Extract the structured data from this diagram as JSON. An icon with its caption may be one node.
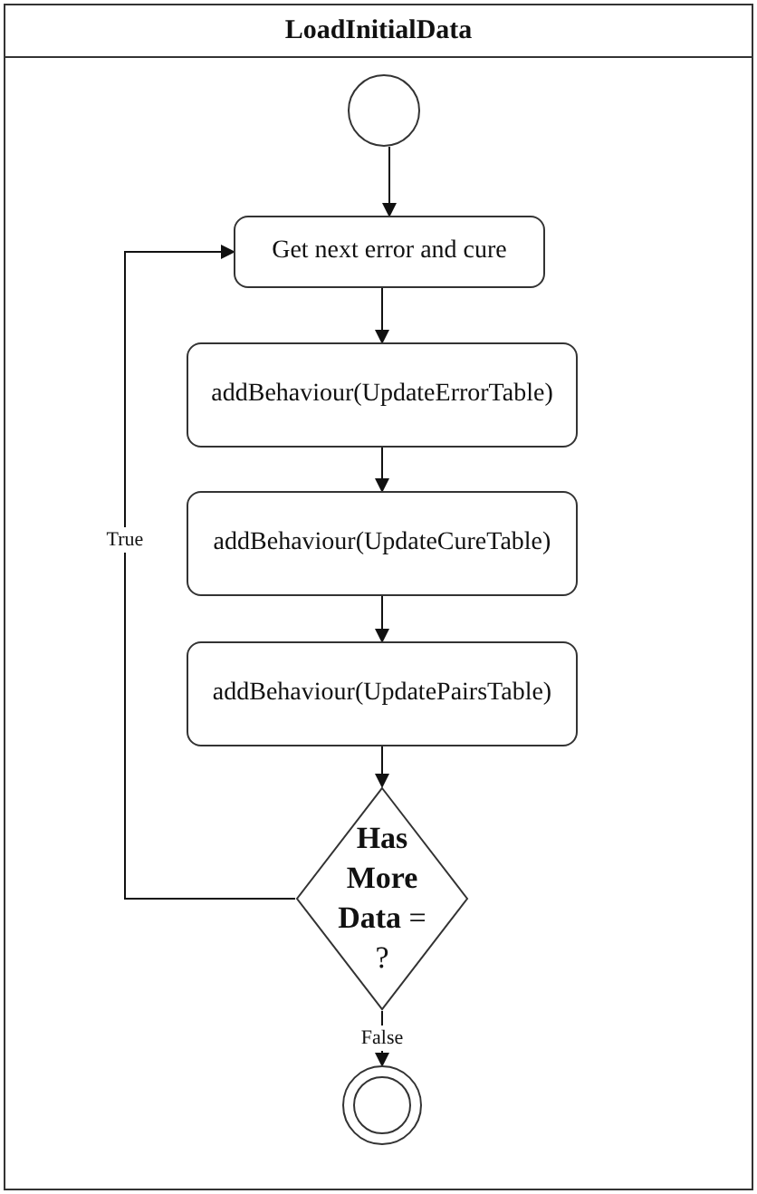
{
  "diagram": {
    "title": "LoadInitialData",
    "nodes": [
      {
        "text": [],
        "shape": "circle"
      },
      {
        "text": [
          "Get next error and cure"
        ]
      },
      {
        "text": [
          "addBehaviour(UpdateErrorTable)"
        ]
      },
      {
        "text": [
          "addBehaviour(UpdateCureTable)"
        ]
      },
      {
        "text": [
          "addBehaviour(UpdatePairsTable)"
        ]
      },
      {
        "text": [
          "**Has More Data** = ?"
        ]
      },
      {
        "text": [],
        "shape": "circle"
      }
    ],
    "edges": [
      {
        "from": 0,
        "to": 1,
        "arrow": "to"
      },
      {
        "from": 1,
        "to": 2,
        "arrow": "to"
      },
      {
        "from": 2,
        "to": 3,
        "arrow": "to"
      },
      {
        "from": 3,
        "to": 4,
        "arrow": "to"
      },
      {
        "from": 4,
        "to": 5,
        "arrow": "to"
      },
      {
        "from": 5,
        "to": 1,
        "arrow": "to",
        "label": "True"
      },
      {
        "from": 5,
        "to": 6,
        "arrow": "to",
        "label": "False"
      }
    ]
  }
}
